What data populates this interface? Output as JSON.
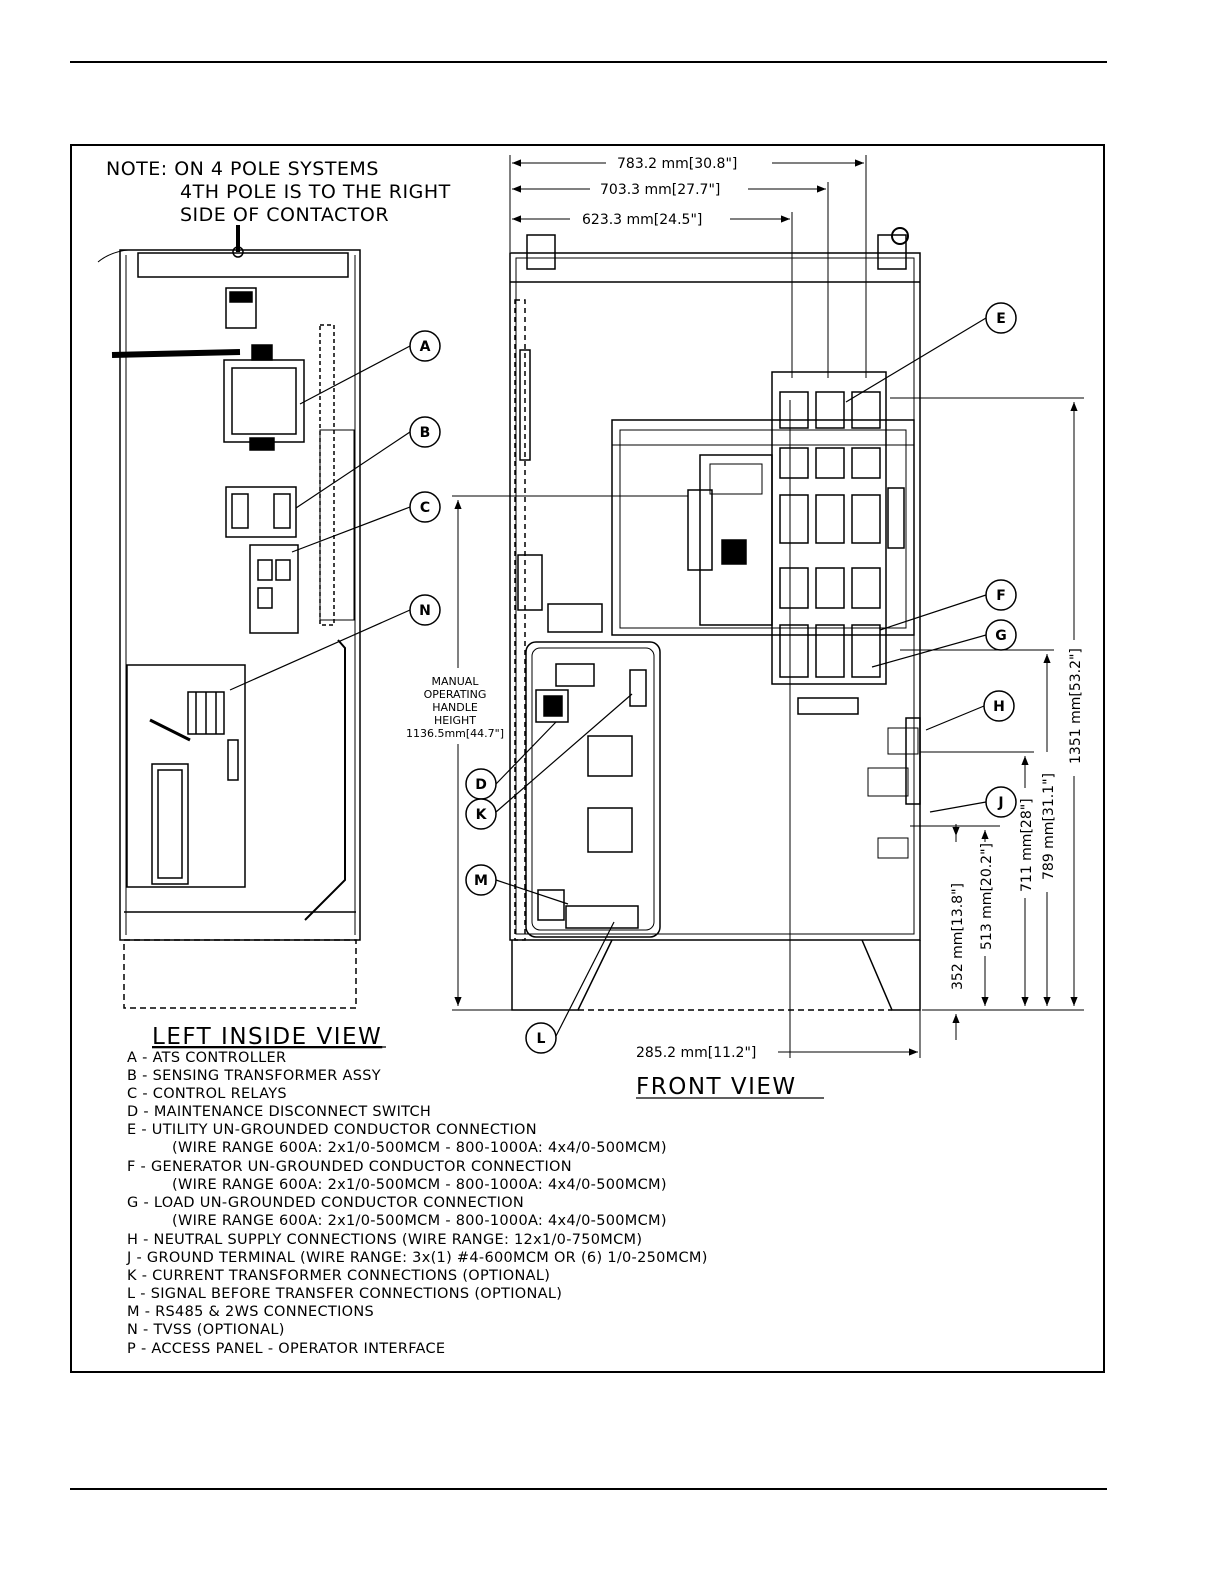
{
  "note": {
    "line1": "NOTE: ON 4 POLE SYSTEMS",
    "line2": "4TH POLE IS TO THE RIGHT",
    "line3": "SIDE OF CONTACTOR"
  },
  "dimensions": {
    "width_783": "783.2 mm[30.8\"]",
    "width_703": "703.3 mm[27.7\"]",
    "width_623": "623.3 mm[24.5\"]",
    "width_285": "285.2 mm[11.2\"]",
    "h_1351": "1351 mm[53.2\"]",
    "h_789": "789 mm[31.1\"]",
    "h_711": "711 mm[28\"]",
    "h_513": "513 mm[20.2\"]",
    "h_352": "352 mm[13.8\"]",
    "handle": [
      "MANUAL",
      "OPERATING",
      "HANDLE",
      "HEIGHT",
      "1136.5mm[44.7\"]"
    ]
  },
  "callouts": [
    "A",
    "B",
    "C",
    "N",
    "E",
    "F",
    "G",
    "H",
    "J",
    "D",
    "K",
    "M",
    "L"
  ],
  "headings": {
    "left_view": "LEFT INSIDE VIEW",
    "front_view": "FRONT VIEW"
  },
  "legend": [
    "A - ATS CONTROLLER",
    "B - SENSING TRANSFORMER ASSY",
    "C - CONTROL RELAYS",
    "D - MAINTENANCE DISCONNECT SWITCH",
    "E - UTILITY UN-GROUNDED CONDUCTOR CONNECTION",
    "(WIRE RANGE 600A: 2x1/0-500MCM - 800-1000A: 4x4/0-500MCM)",
    "F - GENERATOR UN-GROUNDED CONDUCTOR CONNECTION",
    "(WIRE RANGE 600A: 2x1/0-500MCM - 800-1000A: 4x4/0-500MCM)",
    "G - LOAD UN-GROUNDED CONDUCTOR CONNECTION",
    "(WIRE RANGE 600A: 2x1/0-500MCM - 800-1000A: 4x4/0-500MCM)",
    "H - NEUTRAL SUPPLY CONNECTIONS (WIRE RANGE: 12x1/0-750MCM)",
    "J - GROUND TERMINAL (WIRE RANGE: 3x(1) #4-600MCM OR (6) 1/0-250MCM)",
    "K - CURRENT TRANSFORMER CONNECTIONS (OPTIONAL)",
    "L - SIGNAL BEFORE TRANSFER CONNECTIONS (OPTIONAL)",
    "M - RS485 & 2WS CONNECTIONS",
    "N - TVSS (OPTIONAL)",
    "P - ACCESS PANEL - OPERATOR INTERFACE"
  ]
}
